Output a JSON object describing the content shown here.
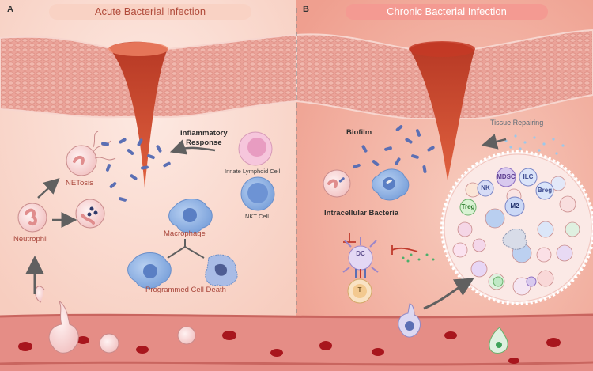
{
  "panel_a": {
    "letter": "A",
    "title": "Acute Bacterial Infection",
    "labels": {
      "inflammatory_response": "Inflammatory\nResponse",
      "innate_lymphoid_cell": "Innate Lymphoid Cell",
      "nkt_cell": "NKT Cell",
      "netosis": "NETosis",
      "neutrophil": "Neutrophil",
      "macrophage": "Macrophage",
      "programmed_cell_death": "Programmed Cell Death"
    }
  },
  "panel_b": {
    "letter": "B",
    "title": "Chronic Bacterial Infection",
    "labels": {
      "biofilm": "Biofilm",
      "tissue_repairing": "Tissue Repairing",
      "intracellular_bacteria": "Intracellular Bacteria",
      "dc": "DC",
      "t": "T"
    },
    "cluster_tags": {
      "mdsc": "MDSC",
      "ilc": "ILC",
      "nk": "NK",
      "breg": "Breg",
      "treg": "Treg",
      "m2": "M2"
    }
  },
  "colors": {
    "background": "#fbe3da",
    "title_pill_a": "#f9d2c4",
    "title_pill_b": "#f49a92",
    "skin_layer": "#eba399",
    "wound": "#d9482f",
    "blood_vessel": "#e58d86",
    "bacteria": "#5b6fb4"
  }
}
